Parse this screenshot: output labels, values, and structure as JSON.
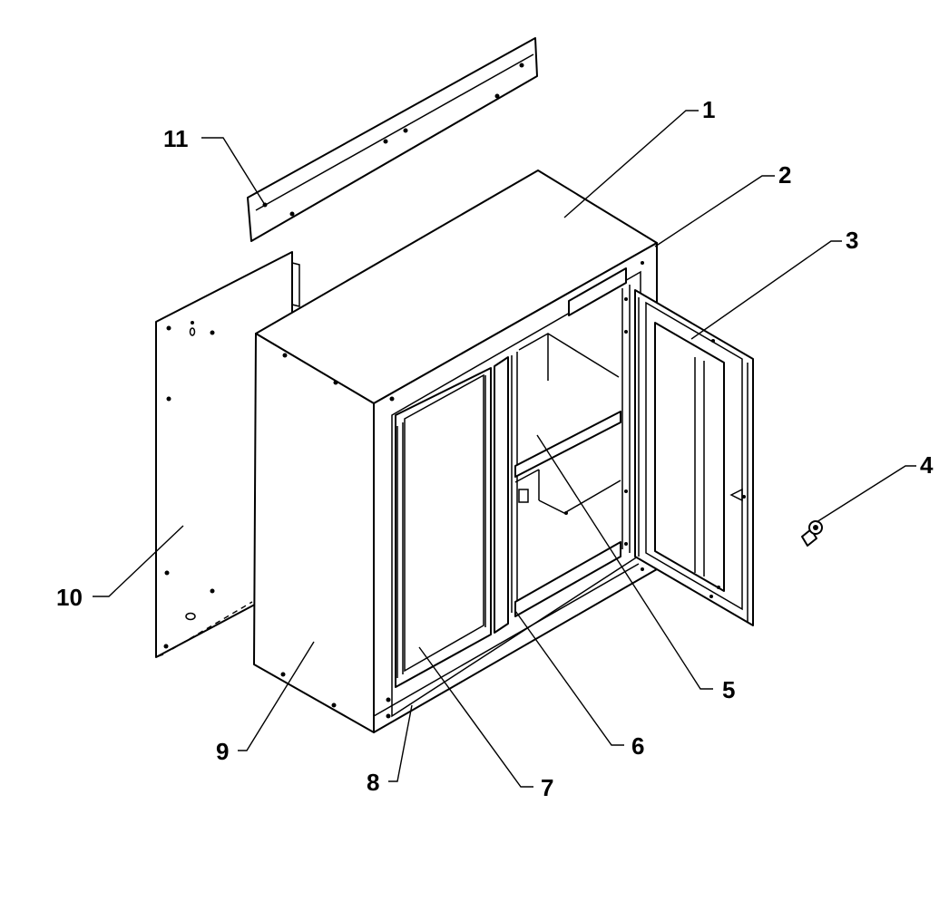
{
  "diagram": {
    "type": "exploded-parts-view",
    "line_color": "#000000",
    "background": "#ffffff",
    "callouts": [
      {
        "id": "p1",
        "label": "1"
      },
      {
        "id": "p2",
        "label": "2"
      },
      {
        "id": "p3",
        "label": "3"
      },
      {
        "id": "p4",
        "label": "4"
      },
      {
        "id": "p5",
        "label": "5"
      },
      {
        "id": "p6",
        "label": "6"
      },
      {
        "id": "p7",
        "label": "7"
      },
      {
        "id": "p8",
        "label": "8"
      },
      {
        "id": "p9",
        "label": "9"
      },
      {
        "id": "p10",
        "label": "10"
      },
      {
        "id": "p11",
        "label": "11"
      }
    ]
  }
}
